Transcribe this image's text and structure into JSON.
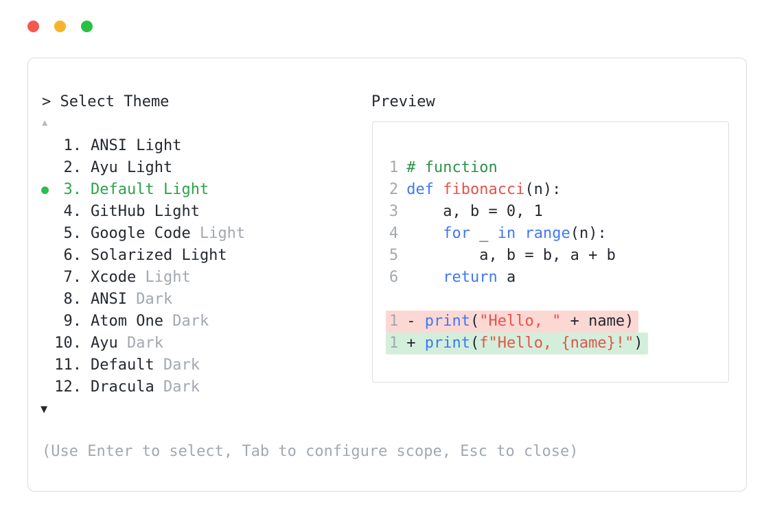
{
  "colors": {
    "text": "#24292f",
    "muted": "#a2a8af",
    "border": "#d9dce1",
    "green": "#2aa44a",
    "comment": "#2b9348",
    "blue": "#4078f2",
    "red": "#e5534b",
    "dotgreen": "#2cbe4e",
    "diffredbg": "#fcd8d4",
    "diffgreenbg": "#d3efdb"
  },
  "window": {
    "traffic_lights": [
      {
        "name": "close",
        "color": "#f4584e"
      },
      {
        "name": "minimize",
        "color": "#f7b32b"
      },
      {
        "name": "zoom",
        "color": "#28c240"
      }
    ]
  },
  "prompt": "> Select Theme",
  "scroll_up_indicator": "▲",
  "scroll_down_indicator": "▼",
  "themes": [
    {
      "num": "1.",
      "name": "ANSI Light",
      "suffix": "",
      "selected": false
    },
    {
      "num": "2.",
      "name": "Ayu Light",
      "suffix": "",
      "selected": false
    },
    {
      "num": "3.",
      "name": "Default Light",
      "suffix": "",
      "selected": true
    },
    {
      "num": "4.",
      "name": "GitHub Light",
      "suffix": "",
      "selected": false
    },
    {
      "num": "5.",
      "name": "Google Code",
      "suffix": " Light",
      "selected": false
    },
    {
      "num": "6.",
      "name": "Solarized Light",
      "suffix": "",
      "selected": false
    },
    {
      "num": "7.",
      "name": "Xcode",
      "suffix": " Light",
      "selected": false
    },
    {
      "num": "8.",
      "name": "ANSI",
      "suffix": " Dark",
      "selected": false
    },
    {
      "num": "9.",
      "name": "Atom One",
      "suffix": " Dark",
      "selected": false
    },
    {
      "num": "10.",
      "name": "Ayu",
      "suffix": " Dark",
      "selected": false
    },
    {
      "num": "11.",
      "name": "Default",
      "suffix": " Dark",
      "selected": false
    },
    {
      "num": "12.",
      "name": "Dracula",
      "suffix": " Dark",
      "selected": false
    }
  ],
  "hint": "(Use Enter to select, Tab to configure scope, Esc to close)",
  "preview": {
    "title": "Preview",
    "code": [
      {
        "num": "1",
        "tokens": [
          {
            "t": "# function",
            "c": "comment"
          }
        ]
      },
      {
        "num": "2",
        "tokens": [
          {
            "t": "def ",
            "c": "kw"
          },
          {
            "t": "fibonacci",
            "c": "fn"
          },
          {
            "t": "(n):",
            "c": "plain"
          }
        ]
      },
      {
        "num": "3",
        "tokens": [
          {
            "t": "    a, b = 0, 1",
            "c": "plain"
          }
        ]
      },
      {
        "num": "4",
        "tokens": [
          {
            "t": "    ",
            "c": "plain"
          },
          {
            "t": "for",
            "c": "kw"
          },
          {
            "t": " _ ",
            "c": "plain"
          },
          {
            "t": "in",
            "c": "kw"
          },
          {
            "t": " ",
            "c": "plain"
          },
          {
            "t": "range",
            "c": "kw"
          },
          {
            "t": "(n):",
            "c": "plain"
          }
        ]
      },
      {
        "num": "5",
        "tokens": [
          {
            "t": "        a, b = b, a + b",
            "c": "plain"
          }
        ]
      },
      {
        "num": "6",
        "tokens": [
          {
            "t": "    ",
            "c": "plain"
          },
          {
            "t": "return",
            "c": "kw"
          },
          {
            "t": " a",
            "c": "plain"
          }
        ]
      }
    ],
    "diff": [
      {
        "num": "1",
        "sign": "- ",
        "kind": "removed",
        "bg": "red",
        "tokens": [
          {
            "t": "print",
            "c": "kw"
          },
          {
            "t": "(",
            "c": "plain"
          },
          {
            "t": "\"Hello, \"",
            "c": "str"
          },
          {
            "t": " + name)",
            "c": "plain"
          }
        ]
      },
      {
        "num": "1",
        "sign": "+ ",
        "kind": "added",
        "bg": "green",
        "tokens": [
          {
            "t": "print",
            "c": "kw"
          },
          {
            "t": "(",
            "c": "plain"
          },
          {
            "t": "f\"Hello, {name}!\"",
            "c": "str"
          },
          {
            "t": ")",
            "c": "plain"
          }
        ]
      }
    ]
  }
}
